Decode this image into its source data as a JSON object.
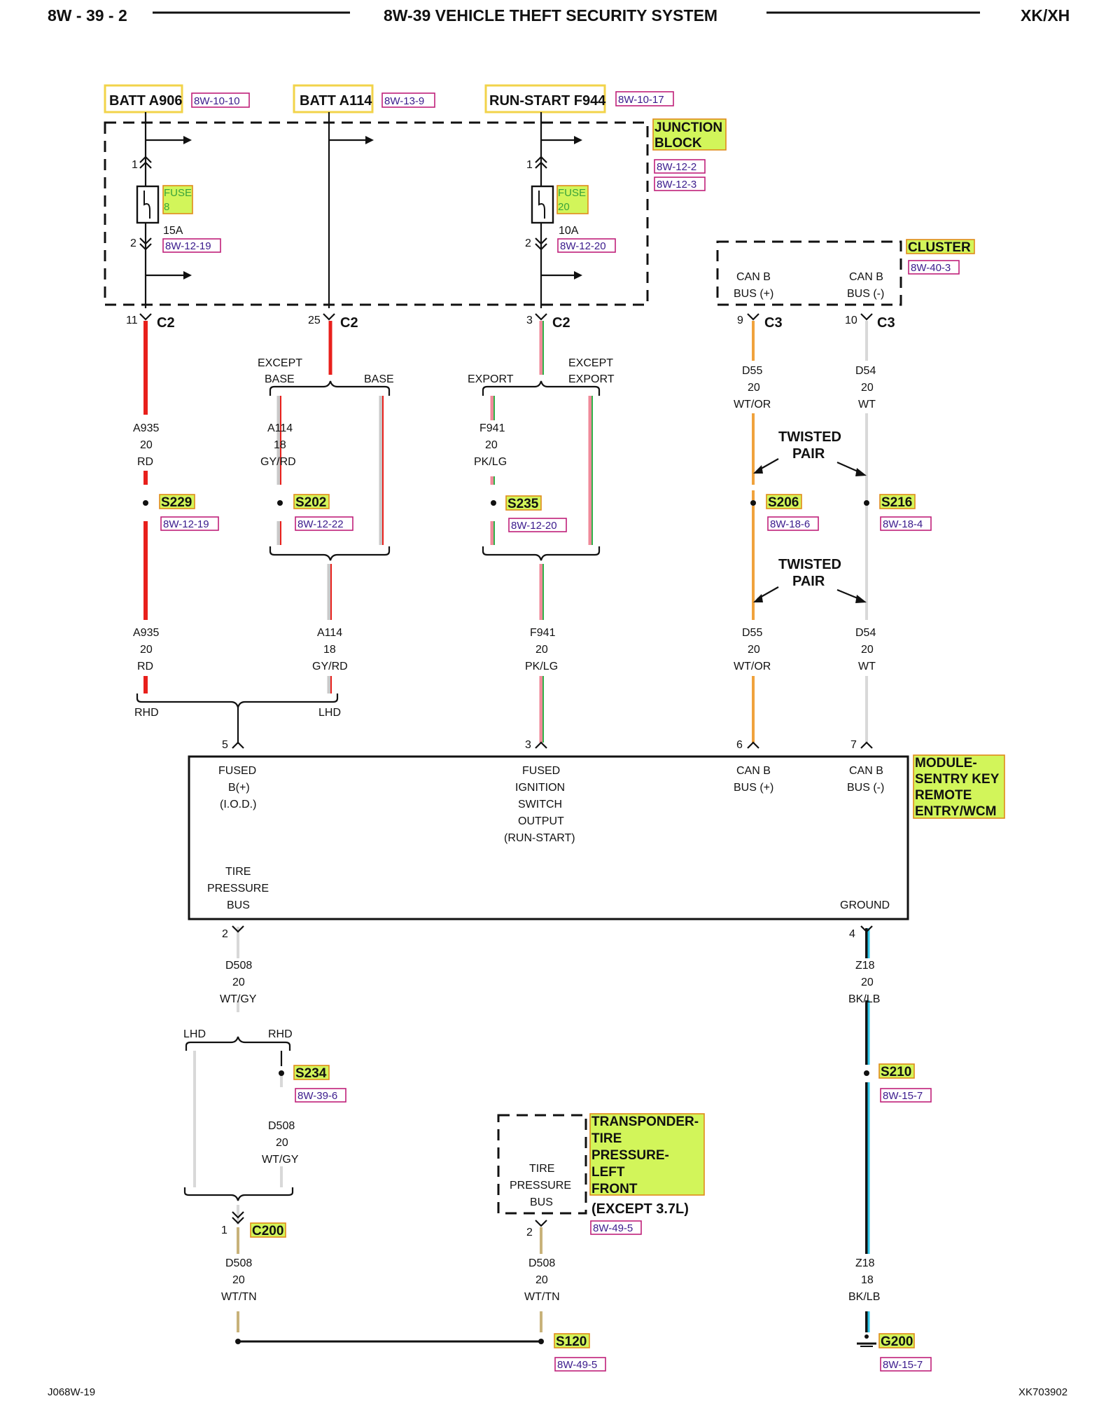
{
  "header": {
    "page": "8W - 39 - 2",
    "title": "8W-39 VEHICLE THEFT SECURITY SYSTEM",
    "model": "XK/XH"
  },
  "sources": [
    {
      "label": "BATT A906",
      "ref": "8W-10-10"
    },
    {
      "label": "BATT A114",
      "ref": "8W-13-9"
    },
    {
      "label": "RUN-START F944",
      "ref": "8W-10-17"
    }
  ],
  "junction_block": {
    "label": "JUNCTION BLOCK",
    "refs": [
      "8W-12-2",
      "8W-12-3"
    ]
  },
  "fuses": [
    {
      "label": "FUSE",
      "number": "8",
      "rating": "15A",
      "ref": "8W-12-19",
      "pin_in": "1",
      "pin_out": "2"
    },
    {
      "label": "FUSE",
      "number": "20",
      "rating": "10A",
      "ref": "8W-12-20",
      "pin_in": "1",
      "pin_out": "2"
    }
  ],
  "cluster": {
    "label": "CLUSTER",
    "ref": "8W-40-3",
    "pin_plus": "CAN B BUS (+)",
    "pin_minus": "CAN B BUS (-)"
  },
  "connectors": {
    "c2_1": {
      "pin": "11",
      "name": "C2"
    },
    "c2_2": {
      "pin": "25",
      "name": "C2"
    },
    "c2_3": {
      "pin": "3",
      "name": "C2"
    },
    "c3_1": {
      "pin": "9",
      "name": "C3"
    },
    "c3_2": {
      "pin": "10",
      "name": "C3"
    }
  },
  "branch_labels": {
    "except_base": "EXCEPT BASE",
    "base": "BASE",
    "export": "EXPORT",
    "except_export": "EXCEPT EXPORT",
    "rhd": "RHD",
    "lhd": "LHD",
    "twisted_pair": "TWISTED PAIR"
  },
  "wires": {
    "a935_top": {
      "code": "A935",
      "gauge": "20",
      "color": "RD"
    },
    "a114_top": {
      "code": "A114",
      "gauge": "18",
      "color": "GY/RD"
    },
    "f941_top": {
      "code": "F941",
      "gauge": "20",
      "color": "PK/LG"
    },
    "d55_top": {
      "code": "D55",
      "gauge": "20",
      "color": "WT/OR"
    },
    "d54_top": {
      "code": "D54",
      "gauge": "20",
      "color": "WT"
    },
    "a935_bot": {
      "code": "A935",
      "gauge": "20",
      "color": "RD"
    },
    "a114_bot": {
      "code": "A114",
      "gauge": "18",
      "color": "GY/RD"
    },
    "f941_bot": {
      "code": "F941",
      "gauge": "20",
      "color": "PK/LG"
    },
    "d55_bot": {
      "code": "D55",
      "gauge": "20",
      "color": "WT/OR"
    },
    "d54_bot": {
      "code": "D54",
      "gauge": "20",
      "color": "WT"
    },
    "d508_a": {
      "code": "D508",
      "gauge": "20",
      "color": "WT/GY"
    },
    "d508_b": {
      "code": "D508",
      "gauge": "20",
      "color": "WT/GY"
    },
    "z18_a": {
      "code": "Z18",
      "gauge": "20",
      "color": "BK/LB"
    },
    "d508_c": {
      "code": "D508",
      "gauge": "20",
      "color": "WT/TN"
    },
    "d508_d": {
      "code": "D508",
      "gauge": "20",
      "color": "WT/TN"
    },
    "z18_b": {
      "code": "Z18",
      "gauge": "18",
      "color": "BK/LB"
    }
  },
  "splices": {
    "s229": {
      "name": "S229",
      "ref": "8W-12-19"
    },
    "s202": {
      "name": "S202",
      "ref": "8W-12-22"
    },
    "s235": {
      "name": "S235",
      "ref": "8W-12-20"
    },
    "s206": {
      "name": "S206",
      "ref": "8W-18-6"
    },
    "s216": {
      "name": "S216",
      "ref": "8W-18-4"
    },
    "s234": {
      "name": "S234",
      "ref": "8W-39-6"
    },
    "s210": {
      "name": "S210",
      "ref": "8W-15-7"
    },
    "s120": {
      "name": "S120",
      "ref": "8W-49-5"
    }
  },
  "module": {
    "name": "MODULE- SENTRY KEY REMOTE ENTRY/WCM",
    "pins": [
      {
        "num": "5",
        "label": "FUSED B(+) (I.O.D.)"
      },
      {
        "num": "3",
        "label": "FUSED IGNITION SWITCH OUTPUT (RUN-START)"
      },
      {
        "num": "6",
        "label": "CAN B BUS (+)"
      },
      {
        "num": "7",
        "label": "CAN B BUS (-)"
      },
      {
        "num": "2",
        "label": "TIRE PRESSURE BUS"
      },
      {
        "num": "4",
        "label": "GROUND"
      }
    ]
  },
  "transponder": {
    "name": "TRANSPONDER- TIRE PRESSURE- LEFT FRONT",
    "note": "(EXCEPT 3.7L)",
    "ref": "8W-49-5",
    "pin": "2",
    "pin_label": "TIRE PRESSURE BUS"
  },
  "c200": {
    "pin": "1",
    "name": "C200"
  },
  "ground": {
    "name": "G200",
    "ref": "8W-15-7"
  },
  "footer": {
    "left": "J068W-19",
    "right": "XK703902"
  },
  "colors": {
    "RD": "#e8201c",
    "GY_RD": "#c9c9c9",
    "PK_LG": "#f08a9a",
    "LG": "#2fb24a",
    "OR": "#f0a23c",
    "WT": "#d8d8d8",
    "LB": "#2ec6e8",
    "TN": "#c8b27a"
  }
}
